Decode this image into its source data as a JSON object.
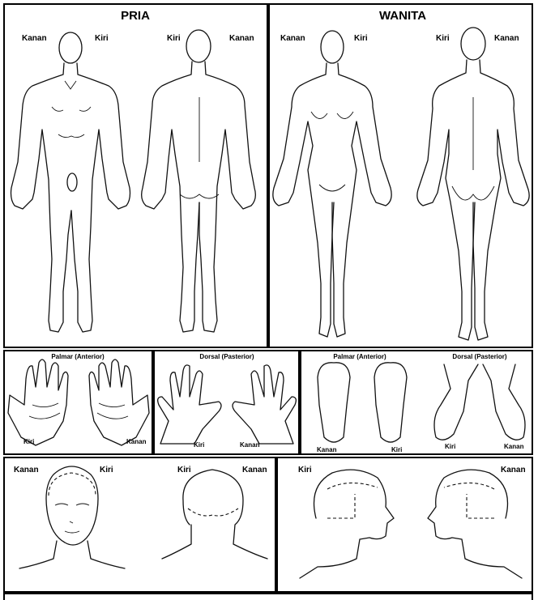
{
  "bodies": {
    "pria": {
      "title": "PRIA",
      "front_right": "Kanan",
      "front_left": "Kiri",
      "back_left": "Kiri",
      "back_right": "Kanan"
    },
    "wanita": {
      "title": "WANITA",
      "front_right": "Kanan",
      "front_left": "Kiri",
      "back_left": "Kiri",
      "back_right": "Kanan"
    }
  },
  "hands": {
    "palmar_title": "Palmar (Anterior)",
    "dorsal_title": "Dorsal (Pasterior)",
    "palmar_left": "Kiri",
    "palmar_right": "Kanan",
    "dorsal_left": "Kiri",
    "dorsal_right": "Kanan"
  },
  "feet": {
    "palmar_title": "Palmar (Anterior)",
    "dorsal_title": "Dorsal (Pasterior)",
    "palmar_left": "Kanan",
    "palmar_right": "Kiri",
    "dorsal_left": "Kiri",
    "dorsal_right": "Kanan"
  },
  "heads": {
    "front_right": "Kanan",
    "front_left": "Kiri",
    "back_left": "Kiri",
    "back_right": "Kanan"
  },
  "profiles": {
    "left": "Kiri",
    "right": "Kanan"
  }
}
